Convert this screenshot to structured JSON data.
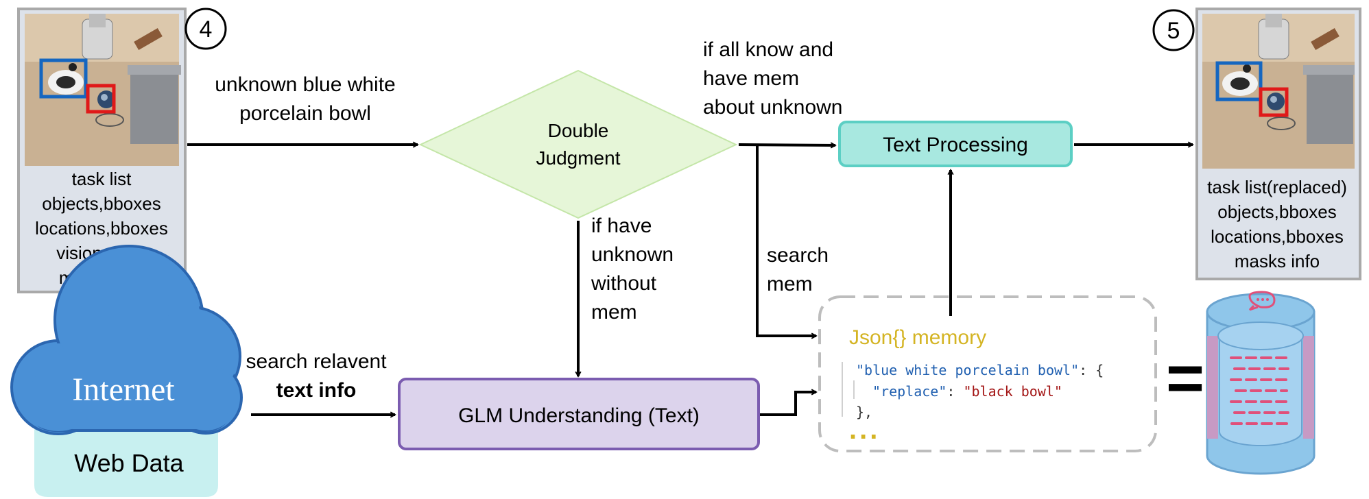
{
  "left_panel": {
    "step_number": "4",
    "lines": [
      "task list",
      "objects,bboxes",
      "locations,bboxes",
      "vision mem",
      "masks info"
    ]
  },
  "right_panel": {
    "step_number": "5",
    "lines": [
      "task list(replaced)",
      "objects,bboxes",
      "locations,bboxes",
      "masks info"
    ]
  },
  "edges": {
    "to_judgment": [
      "unknown blue white",
      "porcelain bowl"
    ],
    "all_know": [
      "if all know and",
      "have mem",
      "about unknown"
    ],
    "have_unknown": [
      "if have",
      "unknown",
      "without",
      "mem"
    ],
    "search_mem": [
      "search",
      "mem"
    ],
    "search_text": [
      "search relavent"
    ],
    "search_text_bold": "text info"
  },
  "nodes": {
    "double_judgment": [
      "Double",
      "Judgment"
    ],
    "text_processing": "Text Processing",
    "glm_understanding": "GLM Understanding (Text)"
  },
  "internet": {
    "label": "Internet",
    "sublabel": "Web Data"
  },
  "json_memory": {
    "title": "Json{} memory",
    "key": "\"blue white porcelain bowl\"",
    "colon_brace": ": {",
    "inner_key": "\"replace\"",
    "inner_colon": ": ",
    "inner_value": "\"black bowl\"",
    "close": "},",
    "ellipsis": "..."
  },
  "equals": "=",
  "colors": {
    "diamond_fill": "#e6f6d8",
    "diamond_stroke": "#c4e6a8",
    "text_proc_fill": "#a8e8e0",
    "text_proc_stroke": "#5ccfc4",
    "glm_fill": "#dcd3ec",
    "glm_stroke": "#7b5cb0",
    "cloud_fill": "#4a90d6",
    "web_fill": "#c8f0f0",
    "json_title": "#d4b423",
    "json_key": "#1f5fb0",
    "json_value": "#a31515",
    "db_fill": "#8fc6ea",
    "db_line": "#e0507a"
  }
}
